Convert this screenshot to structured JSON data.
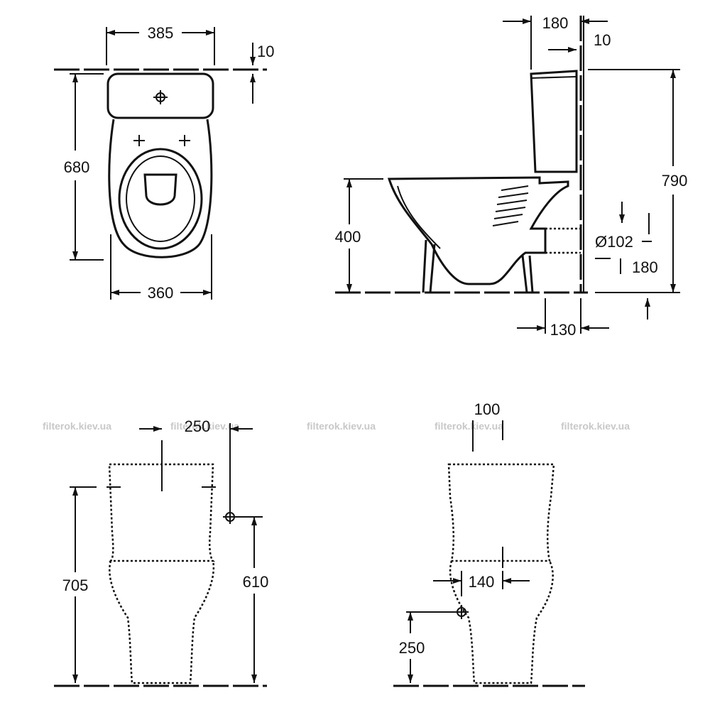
{
  "watermark": "filterok.kiev.ua",
  "top_view": {
    "width_top": "385",
    "gap": "10",
    "depth": "680",
    "width_bottom": "360"
  },
  "side_view": {
    "tank_depth": "180",
    "wall_gap": "10",
    "height_total": "790",
    "bowl_height": "400",
    "outlet_diameter": "Ø102",
    "outlet_height": "180",
    "outlet_offset": "130"
  },
  "front_view": {
    "fixing_spacing": "250",
    "height": "705",
    "inlet_height": "610"
  },
  "rear_view": {
    "inlet_spacing": "100",
    "bolt_spacing": "140",
    "inlet_height": "250"
  }
}
